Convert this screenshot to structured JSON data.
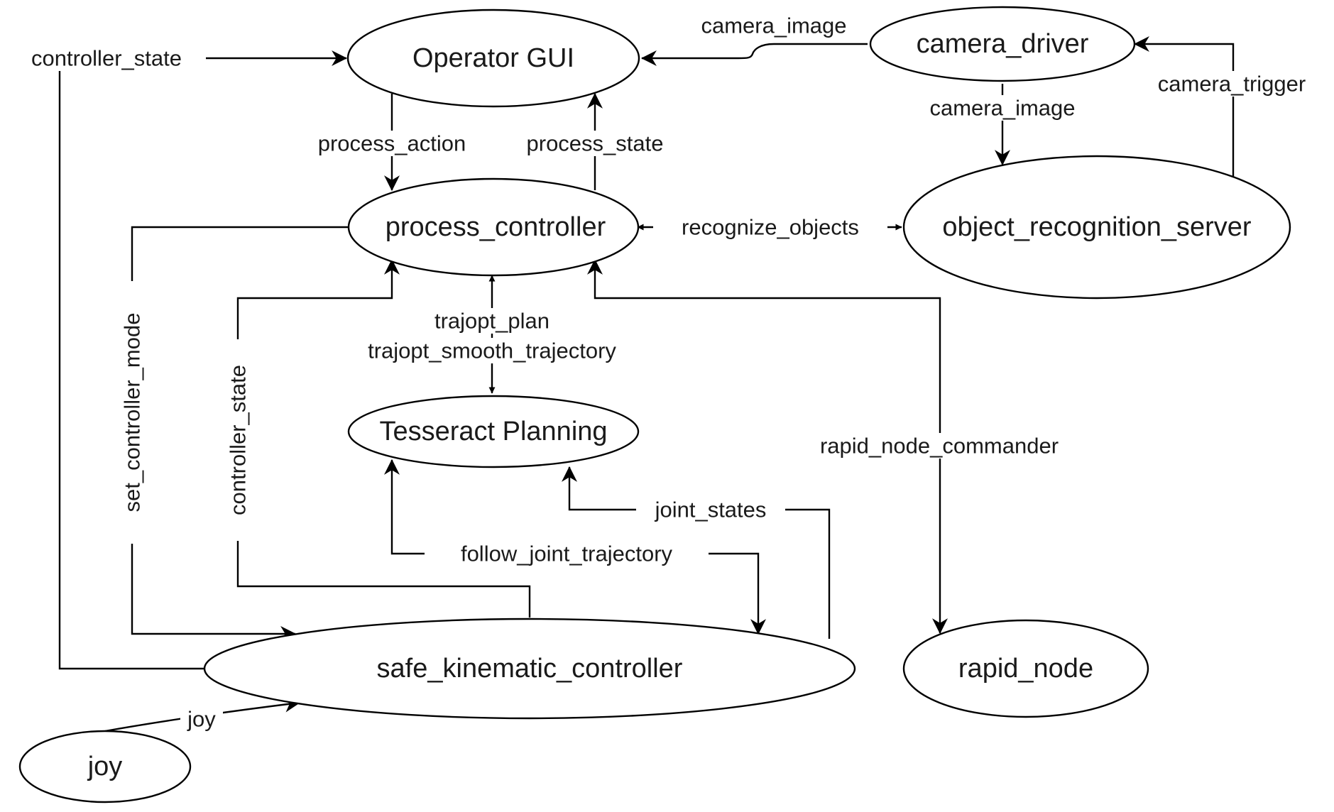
{
  "nodes": {
    "operator_gui": "Operator GUI",
    "camera_driver": "camera_driver",
    "process_controller": "process_controller",
    "object_recognition_server": "object_recognition_server",
    "tesseract_planning": "Tesseract Planning",
    "safe_kinematic_controller": "safe_kinematic_controller",
    "rapid_node": "rapid_node",
    "joy": "joy"
  },
  "edges": {
    "controller_state_gui": "controller_state",
    "camera_image_gui": "camera_image",
    "camera_image_recognition": "camera_image",
    "camera_trigger": "camera_trigger",
    "process_action": "process_action",
    "process_state": "process_state",
    "recognize_objects": "recognize_objects",
    "set_controller_mode": "set_controller_mode",
    "controller_state_process": "controller_state",
    "trajopt_plan": "trajopt_plan",
    "trajopt_smooth_trajectory": "trajopt_smooth_trajectory",
    "rapid_node_commander": "rapid_node_commander",
    "joint_states": "joint_states",
    "follow_joint_trajectory": "follow_joint_trajectory",
    "joy": "joy"
  }
}
